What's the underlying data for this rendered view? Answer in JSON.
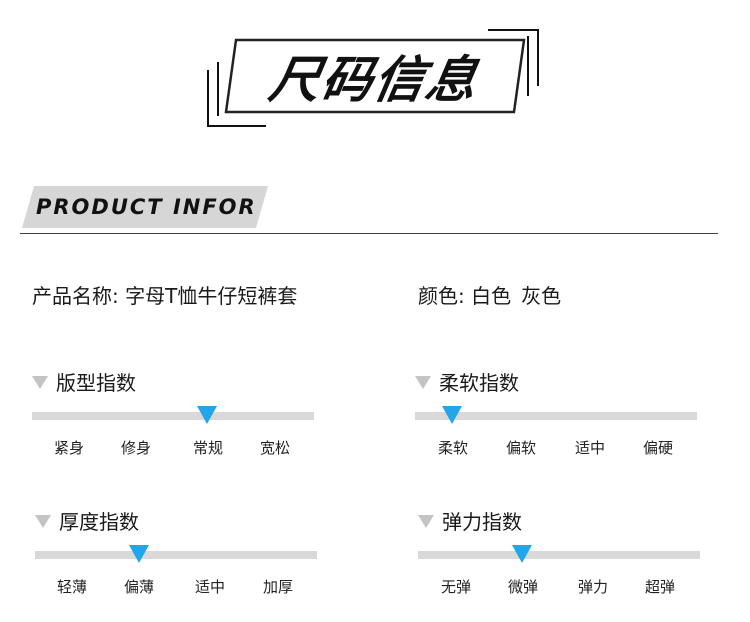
{
  "header": {
    "title": "尺码信息"
  },
  "section": {
    "label": "PRODUCT INFOR"
  },
  "product": {
    "name_key": "产品名称",
    "name_value": "字母T恤牛仔短裤套",
    "color_key": "颜色",
    "colors": [
      "白色",
      "灰色"
    ]
  },
  "indices": [
    {
      "title": "版型指数",
      "levels": [
        "紧身",
        "修身",
        "常规",
        "宽松"
      ],
      "selected_fraction": 0.62
    },
    {
      "title": "柔软指数",
      "levels": [
        "柔软",
        "偏软",
        "适中",
        "偏硬"
      ],
      "selected_fraction": 0.13
    },
    {
      "title": "厚度指数",
      "levels": [
        "轻薄",
        "偏薄",
        "适中",
        "加厚"
      ],
      "selected_fraction": 0.37
    },
    {
      "title": "弹力指数",
      "levels": [
        "无弹",
        "微弹",
        "弹力",
        "超弹"
      ],
      "selected_fraction": 0.37
    }
  ],
  "colors": {
    "marker": "#23a6e8",
    "track": "#d9d9d9",
    "section_tab": "#d6d6d6"
  },
  "icons": {
    "index_bullet": "triangle-down-icon",
    "level_marker": "triangle-down-marker-icon"
  }
}
